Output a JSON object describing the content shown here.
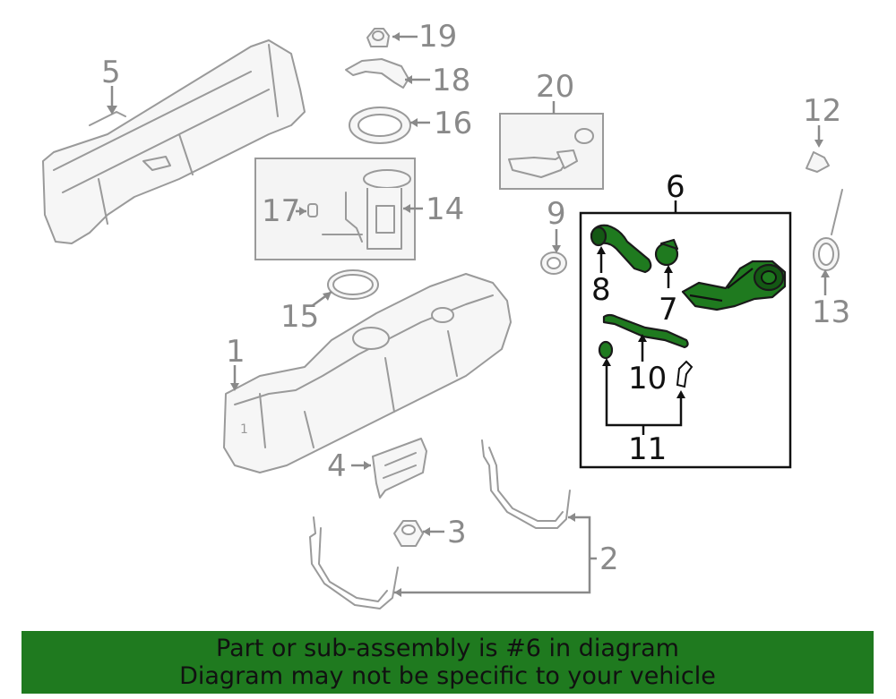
{
  "callouts": {
    "c1": "1",
    "c2": "2",
    "c3": "3",
    "c4": "4",
    "c5": "5",
    "c6": "6",
    "c7": "7",
    "c8": "8",
    "c9": "9",
    "c10": "10",
    "c11": "11",
    "c12": "12",
    "c13": "13",
    "c14": "14",
    "c15": "15",
    "c16": "16",
    "c17": "17",
    "c18": "18",
    "c19": "19",
    "c20": "20"
  },
  "banner": {
    "line1": "Part or sub-assembly is #6 in diagram",
    "line2": "Diagram may not be specific to your vehicle"
  },
  "colors": {
    "highlight": "#1f7a1f",
    "banner": "#1f7a1f",
    "line": "#8a8a8a"
  }
}
